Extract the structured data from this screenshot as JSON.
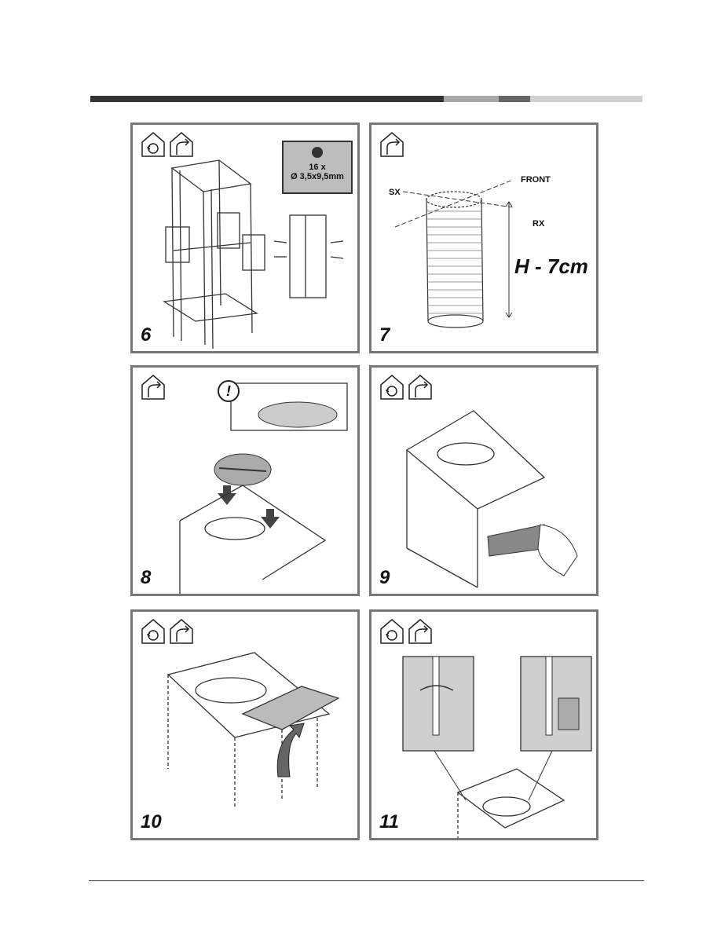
{
  "header": {
    "bar_colors": [
      "#333333",
      "#a8a8a8",
      "#666666",
      "#d0d0d0"
    ]
  },
  "panels": [
    {
      "step": "6",
      "icons": [
        "recirculation-icon",
        "ducted-icon"
      ],
      "note": {
        "qty": "16 x",
        "size": "Ø 3,5x9,5mm"
      }
    },
    {
      "step": "7",
      "icons": [
        "ducted-icon"
      ],
      "labels": {
        "sx": "SX",
        "front": "FRONT",
        "rx": "RX",
        "height": "H - 7cm"
      }
    },
    {
      "step": "8",
      "icons": [
        "ducted-icon"
      ],
      "warning": "!"
    },
    {
      "step": "9",
      "icons": [
        "recirculation-icon",
        "ducted-icon"
      ]
    },
    {
      "step": "10",
      "icons": [
        "recirculation-icon",
        "ducted-icon"
      ]
    },
    {
      "step": "11",
      "icons": [
        "recirculation-icon",
        "ducted-icon"
      ]
    }
  ]
}
